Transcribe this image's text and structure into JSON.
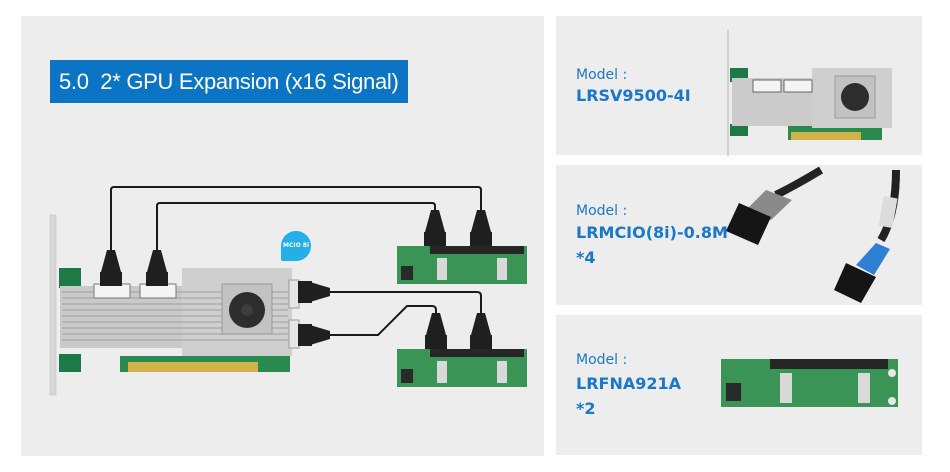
{
  "main": {
    "title": "5.0  2* GPU Expansion (x16 Signal)",
    "connector_badge": "MCIO 8i",
    "diagram": {
      "host_card": "PCIe x16 host adapter with 4 MCIO ports",
      "riser_count": 2
    }
  },
  "components": [
    {
      "label": "Model :",
      "model": "LRSV9500-4I",
      "quantity": "",
      "image": "pcie-adapter-card-image"
    },
    {
      "label": "Model :",
      "model": "LRMCIO(8i)-0.8M",
      "quantity": "*4",
      "image": "mcio-cable-image"
    },
    {
      "label": "Model :",
      "model": "LRFNA921A",
      "quantity": "*2",
      "image": "riser-board-image"
    }
  ],
  "colors": {
    "accent": "#0c74c4",
    "model_text": "#1a77c9",
    "badge": "#25aee8",
    "panel_bg": "#ededed"
  }
}
